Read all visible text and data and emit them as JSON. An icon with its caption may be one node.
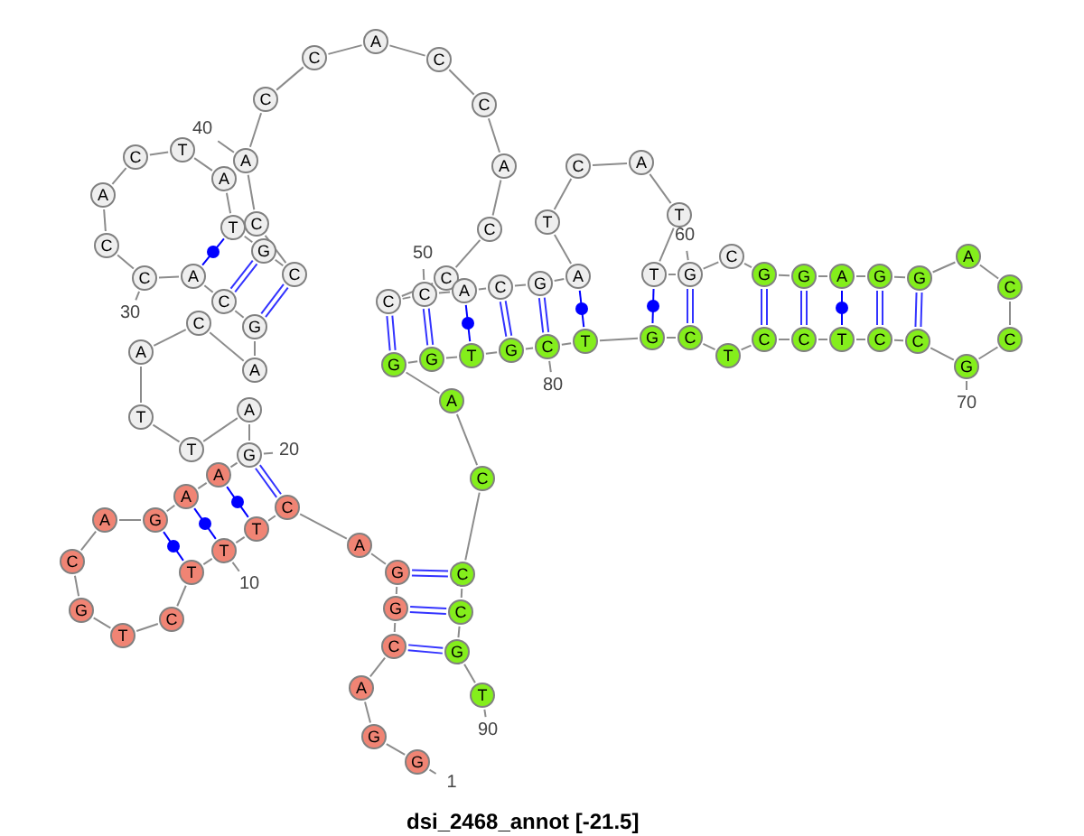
{
  "diagram": {
    "title": "dsi_2468_annot [-21.5]",
    "nodes": [
      {
        "text": [
          "G"
        ]
      },
      {
        "text": [
          "G"
        ]
      },
      {
        "text": [
          "A"
        ]
      },
      {
        "text": [
          "C"
        ]
      },
      {
        "text": [
          "G"
        ]
      },
      {
        "text": [
          "G"
        ]
      },
      {
        "text": [
          "A"
        ]
      },
      {
        "text": [
          "C"
        ]
      },
      {
        "text": [
          "T"
        ]
      },
      {
        "text": [
          "T"
        ]
      },
      {
        "text": [
          "T"
        ]
      },
      {
        "text": [
          "C"
        ]
      },
      {
        "text": [
          "T"
        ]
      },
      {
        "text": [
          "G"
        ]
      },
      {
        "text": [
          "C"
        ]
      },
      {
        "text": [
          "A"
        ]
      },
      {
        "text": [
          "G"
        ]
      },
      {
        "text": [
          "A"
        ]
      },
      {
        "text": [
          "A"
        ]
      },
      {
        "text": [
          "G"
        ]
      },
      {
        "text": [
          "A"
        ]
      },
      {
        "text": [
          "T"
        ]
      },
      {
        "text": [
          "T"
        ]
      },
      {
        "text": [
          "A"
        ]
      },
      {
        "text": [
          "C"
        ]
      },
      {
        "text": [
          "A"
        ]
      },
      {
        "text": [
          "G"
        ]
      },
      {
        "text": [
          "C"
        ]
      },
      {
        "text": [
          "A"
        ]
      },
      {
        "text": [
          "C"
        ]
      },
      {
        "text": [
          "C"
        ]
      },
      {
        "text": [
          "A"
        ]
      },
      {
        "text": [
          "C"
        ]
      },
      {
        "text": [
          "T"
        ]
      },
      {
        "text": [
          "A"
        ]
      },
      {
        "text": [
          "T"
        ]
      },
      {
        "text": [
          "G"
        ]
      },
      {
        "text": [
          "C"
        ]
      },
      {
        "text": [
          "C"
        ]
      },
      {
        "text": [
          "A"
        ]
      },
      {
        "text": [
          "C"
        ]
      },
      {
        "text": [
          "C"
        ]
      },
      {
        "text": [
          "A"
        ]
      },
      {
        "text": [
          "C"
        ]
      },
      {
        "text": [
          "C"
        ]
      },
      {
        "text": [
          "A"
        ]
      },
      {
        "text": [
          "C"
        ]
      },
      {
        "text": [
          "C"
        ]
      },
      {
        "text": [
          "C"
        ]
      },
      {
        "text": [
          "C"
        ]
      },
      {
        "text": [
          "A"
        ]
      },
      {
        "text": [
          "C"
        ]
      },
      {
        "text": [
          "G"
        ]
      },
      {
        "text": [
          "A"
        ]
      },
      {
        "text": [
          "T"
        ]
      },
      {
        "text": [
          "C"
        ]
      },
      {
        "text": [
          "A"
        ]
      },
      {
        "text": [
          "T"
        ]
      },
      {
        "text": [
          "T"
        ]
      },
      {
        "text": [
          "G"
        ]
      },
      {
        "text": [
          "C"
        ]
      },
      {
        "text": [
          "G"
        ]
      },
      {
        "text": [
          "G"
        ]
      },
      {
        "text": [
          "A"
        ]
      },
      {
        "text": [
          "G"
        ]
      },
      {
        "text": [
          "G"
        ]
      },
      {
        "text": [
          "A"
        ]
      },
      {
        "text": [
          "C"
        ]
      },
      {
        "text": [
          "C"
        ]
      },
      {
        "text": [
          "G"
        ]
      },
      {
        "text": [
          "C"
        ]
      },
      {
        "text": [
          "C"
        ]
      },
      {
        "text": [
          "T"
        ]
      },
      {
        "text": [
          "C"
        ]
      },
      {
        "text": [
          "C"
        ]
      },
      {
        "text": [
          "T"
        ]
      },
      {
        "text": [
          "C"
        ]
      },
      {
        "text": [
          "G"
        ]
      },
      {
        "text": [
          "T"
        ]
      },
      {
        "text": [
          "C"
        ]
      },
      {
        "text": [
          "G"
        ]
      },
      {
        "text": [
          "T"
        ]
      },
      {
        "text": [
          "G"
        ]
      },
      {
        "text": [
          "G"
        ]
      },
      {
        "text": [
          "A"
        ]
      },
      {
        "text": [
          "C"
        ]
      },
      {
        "text": [
          "C"
        ]
      },
      {
        "text": [
          "C"
        ]
      },
      {
        "text": [
          "G"
        ]
      },
      {
        "text": [
          "T"
        ]
      },
      {
        "text": [
          "1"
        ]
      },
      {
        "text": [
          "10"
        ]
      },
      {
        "text": [
          "20"
        ]
      },
      {
        "text": [
          "30"
        ]
      },
      {
        "text": [
          "40"
        ]
      },
      {
        "text": [
          "50"
        ]
      },
      {
        "text": [
          "60"
        ]
      },
      {
        "text": [
          "70"
        ]
      },
      {
        "text": [
          "80"
        ]
      },
      {
        "text": [
          "90"
        ]
      }
    ],
    "edges": [
      {
        "from": 0,
        "to": 1,
        "arrow": "none"
      },
      {
        "from": 1,
        "to": 2,
        "arrow": "none"
      },
      {
        "from": 2,
        "to": 3,
        "arrow": "none"
      },
      {
        "from": 3,
        "to": 4,
        "arrow": "none"
      },
      {
        "from": 4,
        "to": 5,
        "arrow": "none"
      },
      {
        "from": 5,
        "to": 6,
        "arrow": "none"
      },
      {
        "from": 6,
        "to": 7,
        "arrow": "none"
      },
      {
        "from": 7,
        "to": 8,
        "arrow": "none"
      },
      {
        "from": 8,
        "to": 9,
        "arrow": "none"
      },
      {
        "from": 9,
        "to": 10,
        "arrow": "none"
      },
      {
        "from": 10,
        "to": 11,
        "arrow": "none"
      },
      {
        "from": 11,
        "to": 12,
        "arrow": "none"
      },
      {
        "from": 12,
        "to": 13,
        "arrow": "none"
      },
      {
        "from": 13,
        "to": 14,
        "arrow": "none"
      },
      {
        "from": 14,
        "to": 15,
        "arrow": "none"
      },
      {
        "from": 15,
        "to": 16,
        "arrow": "none"
      },
      {
        "from": 16,
        "to": 17,
        "arrow": "none"
      },
      {
        "from": 17,
        "to": 18,
        "arrow": "none"
      },
      {
        "from": 18,
        "to": 19,
        "arrow": "none"
      },
      {
        "from": 19,
        "to": 20,
        "arrow": "none"
      },
      {
        "from": 20,
        "to": 21,
        "arrow": "none"
      },
      {
        "from": 21,
        "to": 22,
        "arrow": "none"
      },
      {
        "from": 22,
        "to": 23,
        "arrow": "none"
      },
      {
        "from": 23,
        "to": 24,
        "arrow": "none"
      },
      {
        "from": 24,
        "to": 25,
        "arrow": "none"
      },
      {
        "from": 25,
        "to": 26,
        "arrow": "none"
      },
      {
        "from": 26,
        "to": 27,
        "arrow": "none"
      },
      {
        "from": 27,
        "to": 28,
        "arrow": "none"
      },
      {
        "from": 28,
        "to": 29,
        "arrow": "none"
      },
      {
        "from": 29,
        "to": 30,
        "arrow": "none"
      },
      {
        "from": 30,
        "to": 31,
        "arrow": "none"
      },
      {
        "from": 31,
        "to": 32,
        "arrow": "none"
      },
      {
        "from": 32,
        "to": 33,
        "arrow": "none"
      },
      {
        "from": 33,
        "to": 34,
        "arrow": "none"
      },
      {
        "from": 34,
        "to": 35,
        "arrow": "none"
      },
      {
        "from": 35,
        "to": 36,
        "arrow": "none"
      },
      {
        "from": 36,
        "to": 37,
        "arrow": "none"
      },
      {
        "from": 37,
        "to": 38,
        "arrow": "none"
      },
      {
        "from": 38,
        "to": 39,
        "arrow": "none"
      },
      {
        "from": 39,
        "to": 40,
        "arrow": "none"
      },
      {
        "from": 40,
        "to": 41,
        "arrow": "none"
      },
      {
        "from": 41,
        "to": 42,
        "arrow": "none"
      },
      {
        "from": 42,
        "to": 43,
        "arrow": "none"
      },
      {
        "from": 43,
        "to": 44,
        "arrow": "none"
      },
      {
        "from": 44,
        "to": 45,
        "arrow": "none"
      },
      {
        "from": 45,
        "to": 46,
        "arrow": "none"
      },
      {
        "from": 46,
        "to": 47,
        "arrow": "none"
      },
      {
        "from": 47,
        "to": 48,
        "arrow": "none"
      },
      {
        "from": 48,
        "to": 49,
        "arrow": "none"
      },
      {
        "from": 49,
        "to": 50,
        "arrow": "none"
      },
      {
        "from": 50,
        "to": 51,
        "arrow": "none"
      },
      {
        "from": 51,
        "to": 52,
        "arrow": "none"
      },
      {
        "from": 52,
        "to": 53,
        "arrow": "none"
      },
      {
        "from": 53,
        "to": 54,
        "arrow": "none"
      },
      {
        "from": 54,
        "to": 55,
        "arrow": "none"
      },
      {
        "from": 55,
        "to": 56,
        "arrow": "none"
      },
      {
        "from": 56,
        "to": 57,
        "arrow": "none"
      },
      {
        "from": 57,
        "to": 58,
        "arrow": "none"
      },
      {
        "from": 58,
        "to": 59,
        "arrow": "none"
      },
      {
        "from": 59,
        "to": 60,
        "arrow": "none"
      },
      {
        "from": 60,
        "to": 61,
        "arrow": "none"
      },
      {
        "from": 61,
        "to": 62,
        "arrow": "none"
      },
      {
        "from": 62,
        "to": 63,
        "arrow": "none"
      },
      {
        "from": 63,
        "to": 64,
        "arrow": "none"
      },
      {
        "from": 64,
        "to": 65,
        "arrow": "none"
      },
      {
        "from": 65,
        "to": 66,
        "arrow": "none"
      },
      {
        "from": 66,
        "to": 67,
        "arrow": "none"
      },
      {
        "from": 67,
        "to": 68,
        "arrow": "none"
      },
      {
        "from": 68,
        "to": 69,
        "arrow": "none"
      },
      {
        "from": 69,
        "to": 70,
        "arrow": "none"
      },
      {
        "from": 70,
        "to": 71,
        "arrow": "none"
      },
      {
        "from": 71,
        "to": 72,
        "arrow": "none"
      },
      {
        "from": 72,
        "to": 73,
        "arrow": "none"
      },
      {
        "from": 73,
        "to": 74,
        "arrow": "none"
      },
      {
        "from": 74,
        "to": 75,
        "arrow": "none"
      },
      {
        "from": 75,
        "to": 76,
        "arrow": "none"
      },
      {
        "from": 76,
        "to": 77,
        "arrow": "none"
      },
      {
        "from": 77,
        "to": 78,
        "arrow": "none"
      },
      {
        "from": 78,
        "to": 79,
        "arrow": "none"
      },
      {
        "from": 79,
        "to": 80,
        "arrow": "none"
      },
      {
        "from": 80,
        "to": 81,
        "arrow": "none"
      },
      {
        "from": 81,
        "to": 82,
        "arrow": "none"
      },
      {
        "from": 82,
        "to": 83,
        "arrow": "none"
      },
      {
        "from": 83,
        "to": 84,
        "arrow": "none"
      },
      {
        "from": 84,
        "to": 85,
        "arrow": "none"
      },
      {
        "from": 85,
        "to": 86,
        "arrow": "none"
      },
      {
        "from": 86,
        "to": 87,
        "arrow": "none"
      },
      {
        "from": 87,
        "to": 88,
        "arrow": "none"
      },
      {
        "from": 88,
        "to": 89,
        "arrow": "none"
      },
      {
        "from": 3,
        "to": 88,
        "arrow": "none",
        "color": "#3333ff"
      },
      {
        "from": 4,
        "to": 87,
        "arrow": "none",
        "color": "#3333ff"
      },
      {
        "from": 5,
        "to": 86,
        "arrow": "none",
        "color": "#3333ff"
      },
      {
        "from": 7,
        "to": 19,
        "arrow": "none",
        "color": "#3333ff"
      },
      {
        "from": 8,
        "to": 18,
        "arrow": "none",
        "color": "#0000ff"
      },
      {
        "from": 9,
        "to": 17,
        "arrow": "none",
        "color": "#0000ff"
      },
      {
        "from": 10,
        "to": 16,
        "arrow": "none",
        "color": "#0000ff"
      },
      {
        "from": 26,
        "to": 37,
        "arrow": "none",
        "color": "#3333ff"
      },
      {
        "from": 27,
        "to": 36,
        "arrow": "none",
        "color": "#3333ff"
      },
      {
        "from": 28,
        "to": 35,
        "arrow": "none",
        "color": "#0000ff"
      },
      {
        "from": 48,
        "to": 83,
        "arrow": "none",
        "color": "#3333ff"
      },
      {
        "from": 49,
        "to": 82,
        "arrow": "none",
        "color": "#3333ff"
      },
      {
        "from": 50,
        "to": 81,
        "arrow": "none",
        "color": "#0000ff"
      },
      {
        "from": 51,
        "to": 80,
        "arrow": "none",
        "color": "#3333ff"
      },
      {
        "from": 52,
        "to": 79,
        "arrow": "none",
        "color": "#3333ff"
      },
      {
        "from": 53,
        "to": 78,
        "arrow": "none",
        "color": "#0000ff"
      },
      {
        "from": 58,
        "to": 77,
        "arrow": "none",
        "color": "#0000ff"
      },
      {
        "from": 59,
        "to": 76,
        "arrow": "none",
        "color": "#3333ff"
      },
      {
        "from": 61,
        "to": 74,
        "arrow": "none",
        "color": "#3333ff"
      },
      {
        "from": 62,
        "to": 73,
        "arrow": "none",
        "color": "#3333ff"
      },
      {
        "from": 63,
        "to": 72,
        "arrow": "none",
        "color": "#0000ff"
      },
      {
        "from": 64,
        "to": 71,
        "arrow": "none",
        "color": "#3333ff"
      },
      {
        "from": 65,
        "to": 70,
        "arrow": "none",
        "color": "#3333ff"
      },
      {
        "from": 90,
        "to": 0,
        "arrow": "none"
      },
      {
        "from": 91,
        "to": 9,
        "arrow": "none"
      },
      {
        "from": 92,
        "to": 19,
        "arrow": "none"
      },
      {
        "from": 93,
        "to": 29,
        "arrow": "none"
      },
      {
        "from": 94,
        "to": 39,
        "arrow": "none"
      },
      {
        "from": 95,
        "to": 49,
        "arrow": "none"
      },
      {
        "from": 96,
        "to": 59,
        "arrow": "none"
      },
      {
        "from": 97,
        "to": 69,
        "arrow": "none"
      },
      {
        "from": 98,
        "to": 79,
        "arrow": "none"
      },
      {
        "from": 99,
        "to": 89,
        "arrow": "none"
      }
    ]
  }
}
